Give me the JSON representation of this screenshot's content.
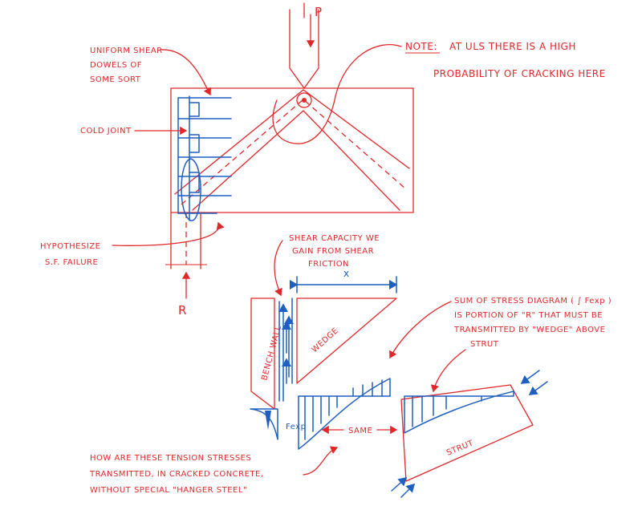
{
  "labels": {
    "load_p": "P",
    "reaction_r": "R",
    "dowels_line1": "UNIFORM SHEAR",
    "dowels_line2": "DOWELS OF",
    "dowels_line3": "SOME SORT",
    "cold_joint": "COLD JOINT",
    "hypothesize_line1": "HYPOTHESIZE",
    "hypothesize_line2": "S.F. FAILURE",
    "note_heading": "NOTE:",
    "note_line1": "AT ULS THERE IS A HIGH",
    "note_line2": "PROBABILITY OF CRACKING HERE",
    "shear_cap_line1": "SHEAR CAPACITY WE",
    "shear_cap_line2": "GAIN FROM SHEAR",
    "shear_cap_line3": "FRICTION",
    "dim_x": "x",
    "bench_wall": "BENCH WALL",
    "wedge": "WEDGE",
    "fexp_label": "Fexp",
    "same_label": "SAME",
    "strut": "STRUT",
    "sum_line1": "SUM OF STRESS DIAGRAM ( ∫ Fexp )",
    "sum_line2": "IS PORTION OF \"R\" THAT MUST BE",
    "sum_line3": "TRANSMITTED BY \"WEDGE\" ABOVE",
    "sum_line4": "STRUT",
    "how_line1": "HOW ARE THESE TENSION STRESSES",
    "how_line2": "TRANSMITTED, IN CRACKED CONCRETE,",
    "how_line3": "WITHOUT SPECIAL \"HANGER STEEL\""
  },
  "colors": {
    "ink_red": "#e0282a",
    "ink_blue": "#1f5fbf",
    "paper": "#ffffff"
  }
}
